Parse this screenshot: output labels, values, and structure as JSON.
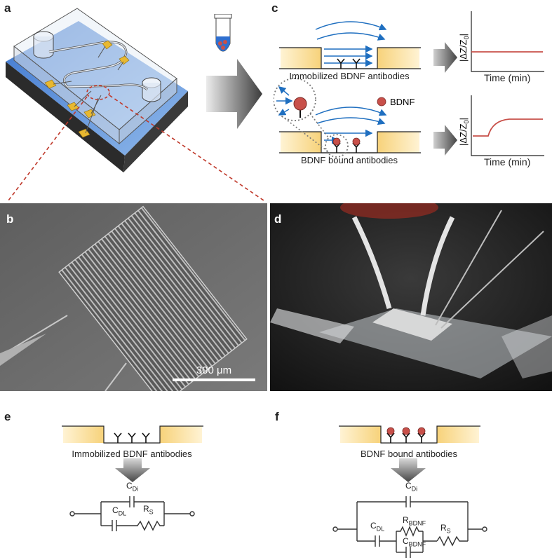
{
  "panel_labels": {
    "a": "a",
    "b": "b",
    "c": "c",
    "d": "d",
    "e": "e",
    "f": "f"
  },
  "panel_c": {
    "top_caption": "Immobilized BDNF antibodies",
    "bottom_caption": "BDNF bound antibodies",
    "legend_label": "BDNF",
    "ylabel_main": "|ΔZ/Z",
    "ylabel_sub": "0",
    "ylabel_end": "|",
    "xlabel": "Time (min)"
  },
  "panel_b": {
    "scale_bar_label": "300 μm"
  },
  "panel_e": {
    "caption": "Immobilized BDNF antibodies",
    "labels": [
      {
        "main": "C",
        "sub": "Di"
      },
      {
        "main": "C",
        "sub": "DL"
      },
      {
        "main": "R",
        "sub": "S"
      }
    ]
  },
  "panel_f": {
    "caption": "BDNF bound antibodies",
    "labels": [
      {
        "main": "C",
        "sub": "Di"
      },
      {
        "main": "C",
        "sub": "DL"
      },
      {
        "main": "R",
        "sub": "BDNF"
      },
      {
        "main": "C",
        "sub": "BDNF"
      },
      {
        "main": "R",
        "sub": "S"
      }
    ]
  },
  "colors": {
    "electrode_gold": "#f7d27a",
    "field_line_blue": "#1f6fc0",
    "bdnf_red": "#c8504a",
    "chip_blue": "#5b8fd6",
    "arrow_gray": "#7a7a7a",
    "dash_red": "#c0392b"
  }
}
